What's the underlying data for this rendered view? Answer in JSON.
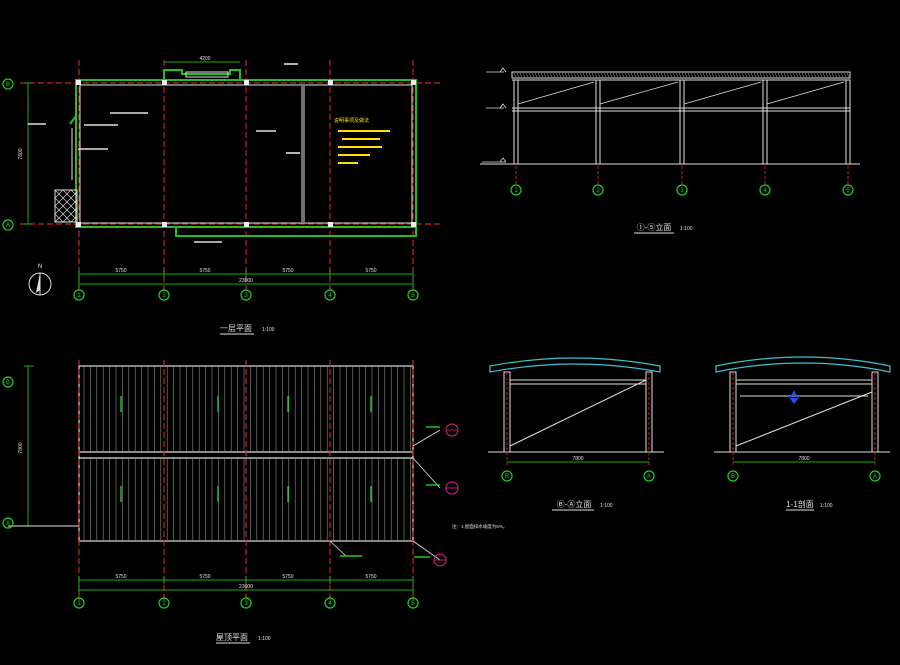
{
  "colors": {
    "background": "#000000",
    "outline": "#ffffff",
    "wall": "#21c021",
    "grid_axis": "#d02020",
    "dimension": "#10b010",
    "annotation": "#ffe000",
    "axis_bubble": "#20d020",
    "callout": "#e0208a",
    "roof_cyan": "#40c0d0",
    "marker": "#2050ff"
  },
  "grid_axes": {
    "columns": [
      "1",
      "2",
      "3",
      "4",
      "5"
    ],
    "rows": [
      "A",
      "B"
    ]
  },
  "floor_plan": {
    "label": "一层平面",
    "scale": "1:100",
    "top_width_dim": "4200",
    "notes_heading": "说明事项及做法",
    "bay_dims": [
      "5750",
      "5750",
      "5750",
      "5750"
    ],
    "total_dim": "23000",
    "depth_dim": "7800"
  },
  "roof_plan": {
    "label": "屋顶平面",
    "scale": "1:100",
    "bay_dims": [
      "5750",
      "5750",
      "5750",
      "5750"
    ],
    "total_dim": "23000",
    "depth_dim": "7800",
    "note": "注：1.屋面排水坡度为5%。"
  },
  "elevation_1_5": {
    "label": "①-⑤立面",
    "scale": "1:100"
  },
  "elevation_b_a": {
    "label": "Ⓑ-Ⓐ立面",
    "scale": "1:100",
    "width_dim": "7800"
  },
  "section_1_1": {
    "label": "1-1剖面",
    "scale": "1:100",
    "width_dim": "7800"
  },
  "north_arrow": {
    "letter": "N"
  }
}
